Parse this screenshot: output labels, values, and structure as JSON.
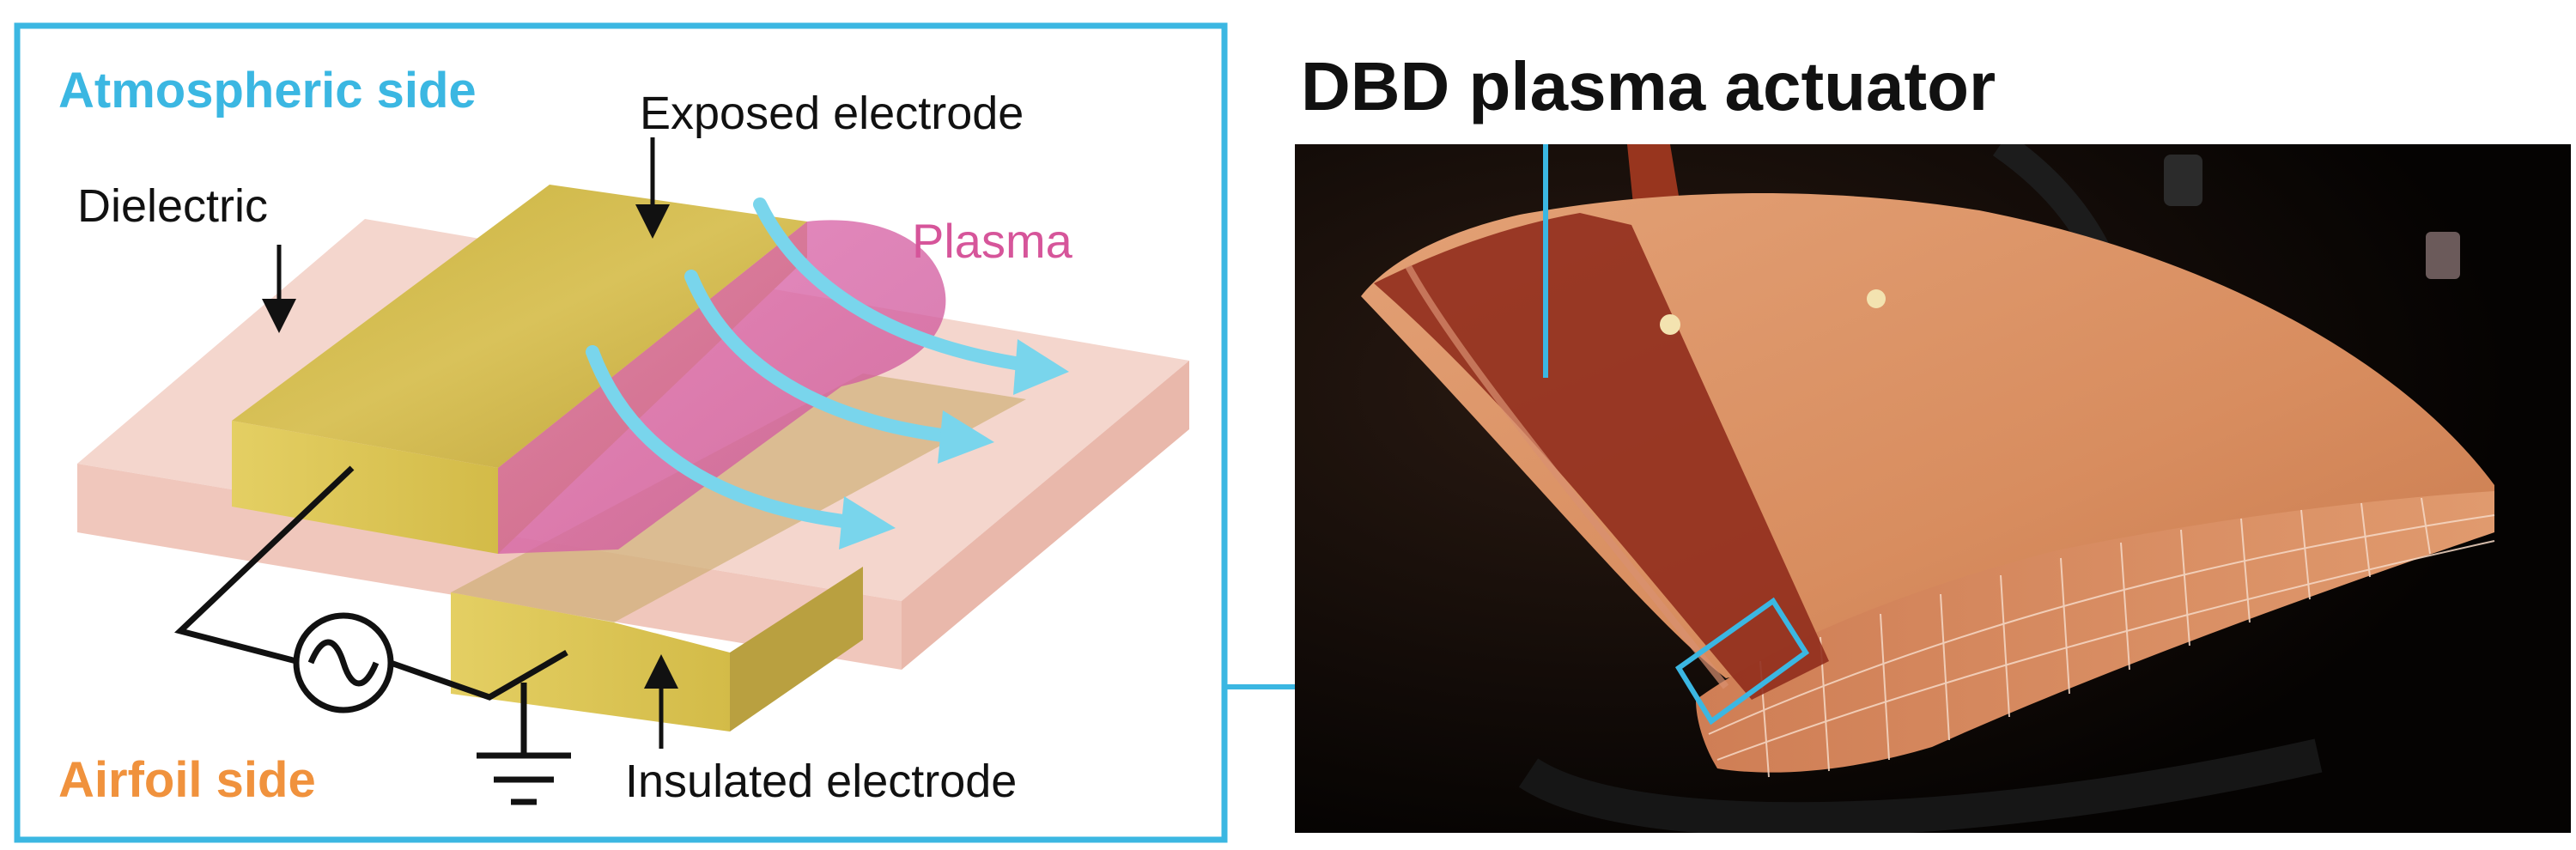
{
  "diagram": {
    "atmospheric_side": "Atmospheric side",
    "airfoil_side": "Airfoil side",
    "exposed_electrode": "Exposed electrode",
    "dielectric": "Dielectric",
    "plasma": "Plasma",
    "insulated_electrode": "Insulated electrode"
  },
  "photo": {
    "title": "DBD plasma actuator"
  },
  "colors": {
    "frame": "#3bb7e2",
    "atmospheric_text": "#3bb7e2",
    "airfoil_text": "#f0923d",
    "plasma_text": "#d6559a",
    "dielectric": "#f3cfc6",
    "electrode": "#d2b94a",
    "flow_arrow": "#79d5ec",
    "airfoil_body": "#d98f63",
    "tape": "#9b2f20",
    "photo_bg": "#0b0705"
  }
}
